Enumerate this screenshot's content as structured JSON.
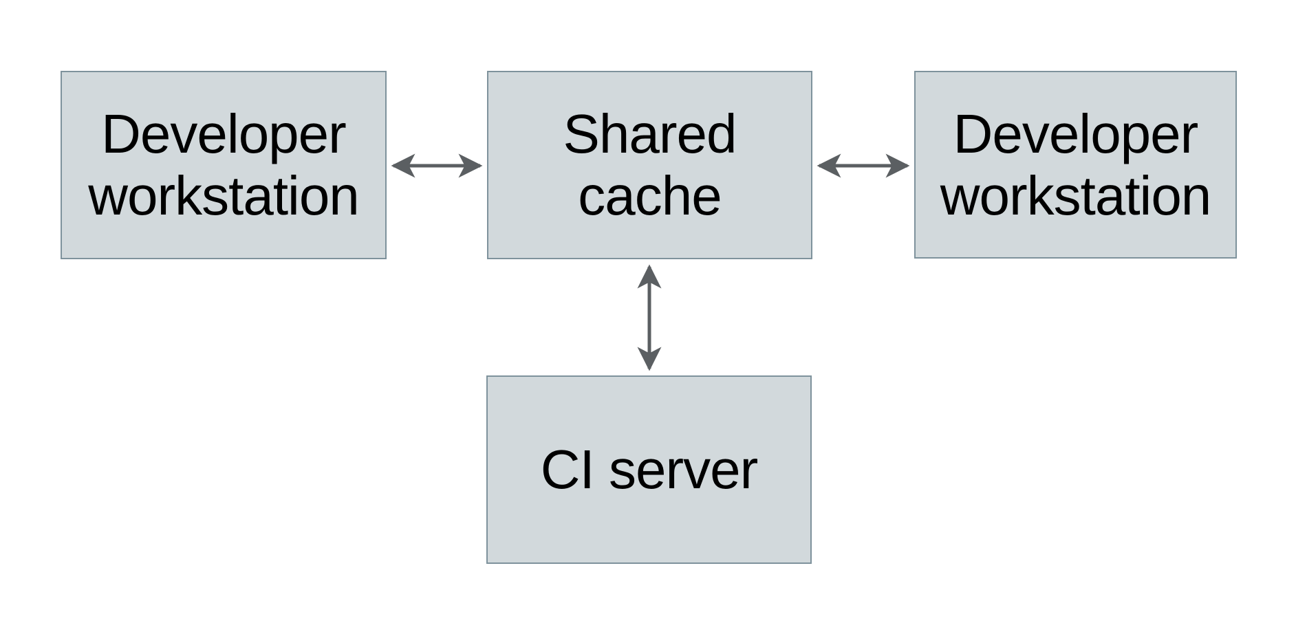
{
  "diagram": {
    "nodes": [
      {
        "id": "developer-workstation-left",
        "label": "Developer\nworkstation"
      },
      {
        "id": "shared-cache",
        "label": "Shared\ncache"
      },
      {
        "id": "developer-workstation-right",
        "label": "Developer\nworkstation"
      },
      {
        "id": "ci-server",
        "label": "CI server"
      }
    ],
    "edges": [
      {
        "id": "left-workstation-to-shared-cache",
        "type": "bidirectional-arrow"
      },
      {
        "id": "shared-cache-to-right-workstation",
        "type": "bidirectional-arrow"
      },
      {
        "id": "shared-cache-to-ci-server",
        "type": "bidirectional-arrow"
      }
    ],
    "colors": {
      "background": "#ffffff",
      "node-fill": "#d2d9dc",
      "node-border": "#7e929c",
      "arrow": "#5b5f62",
      "text": "#000000"
    }
  }
}
